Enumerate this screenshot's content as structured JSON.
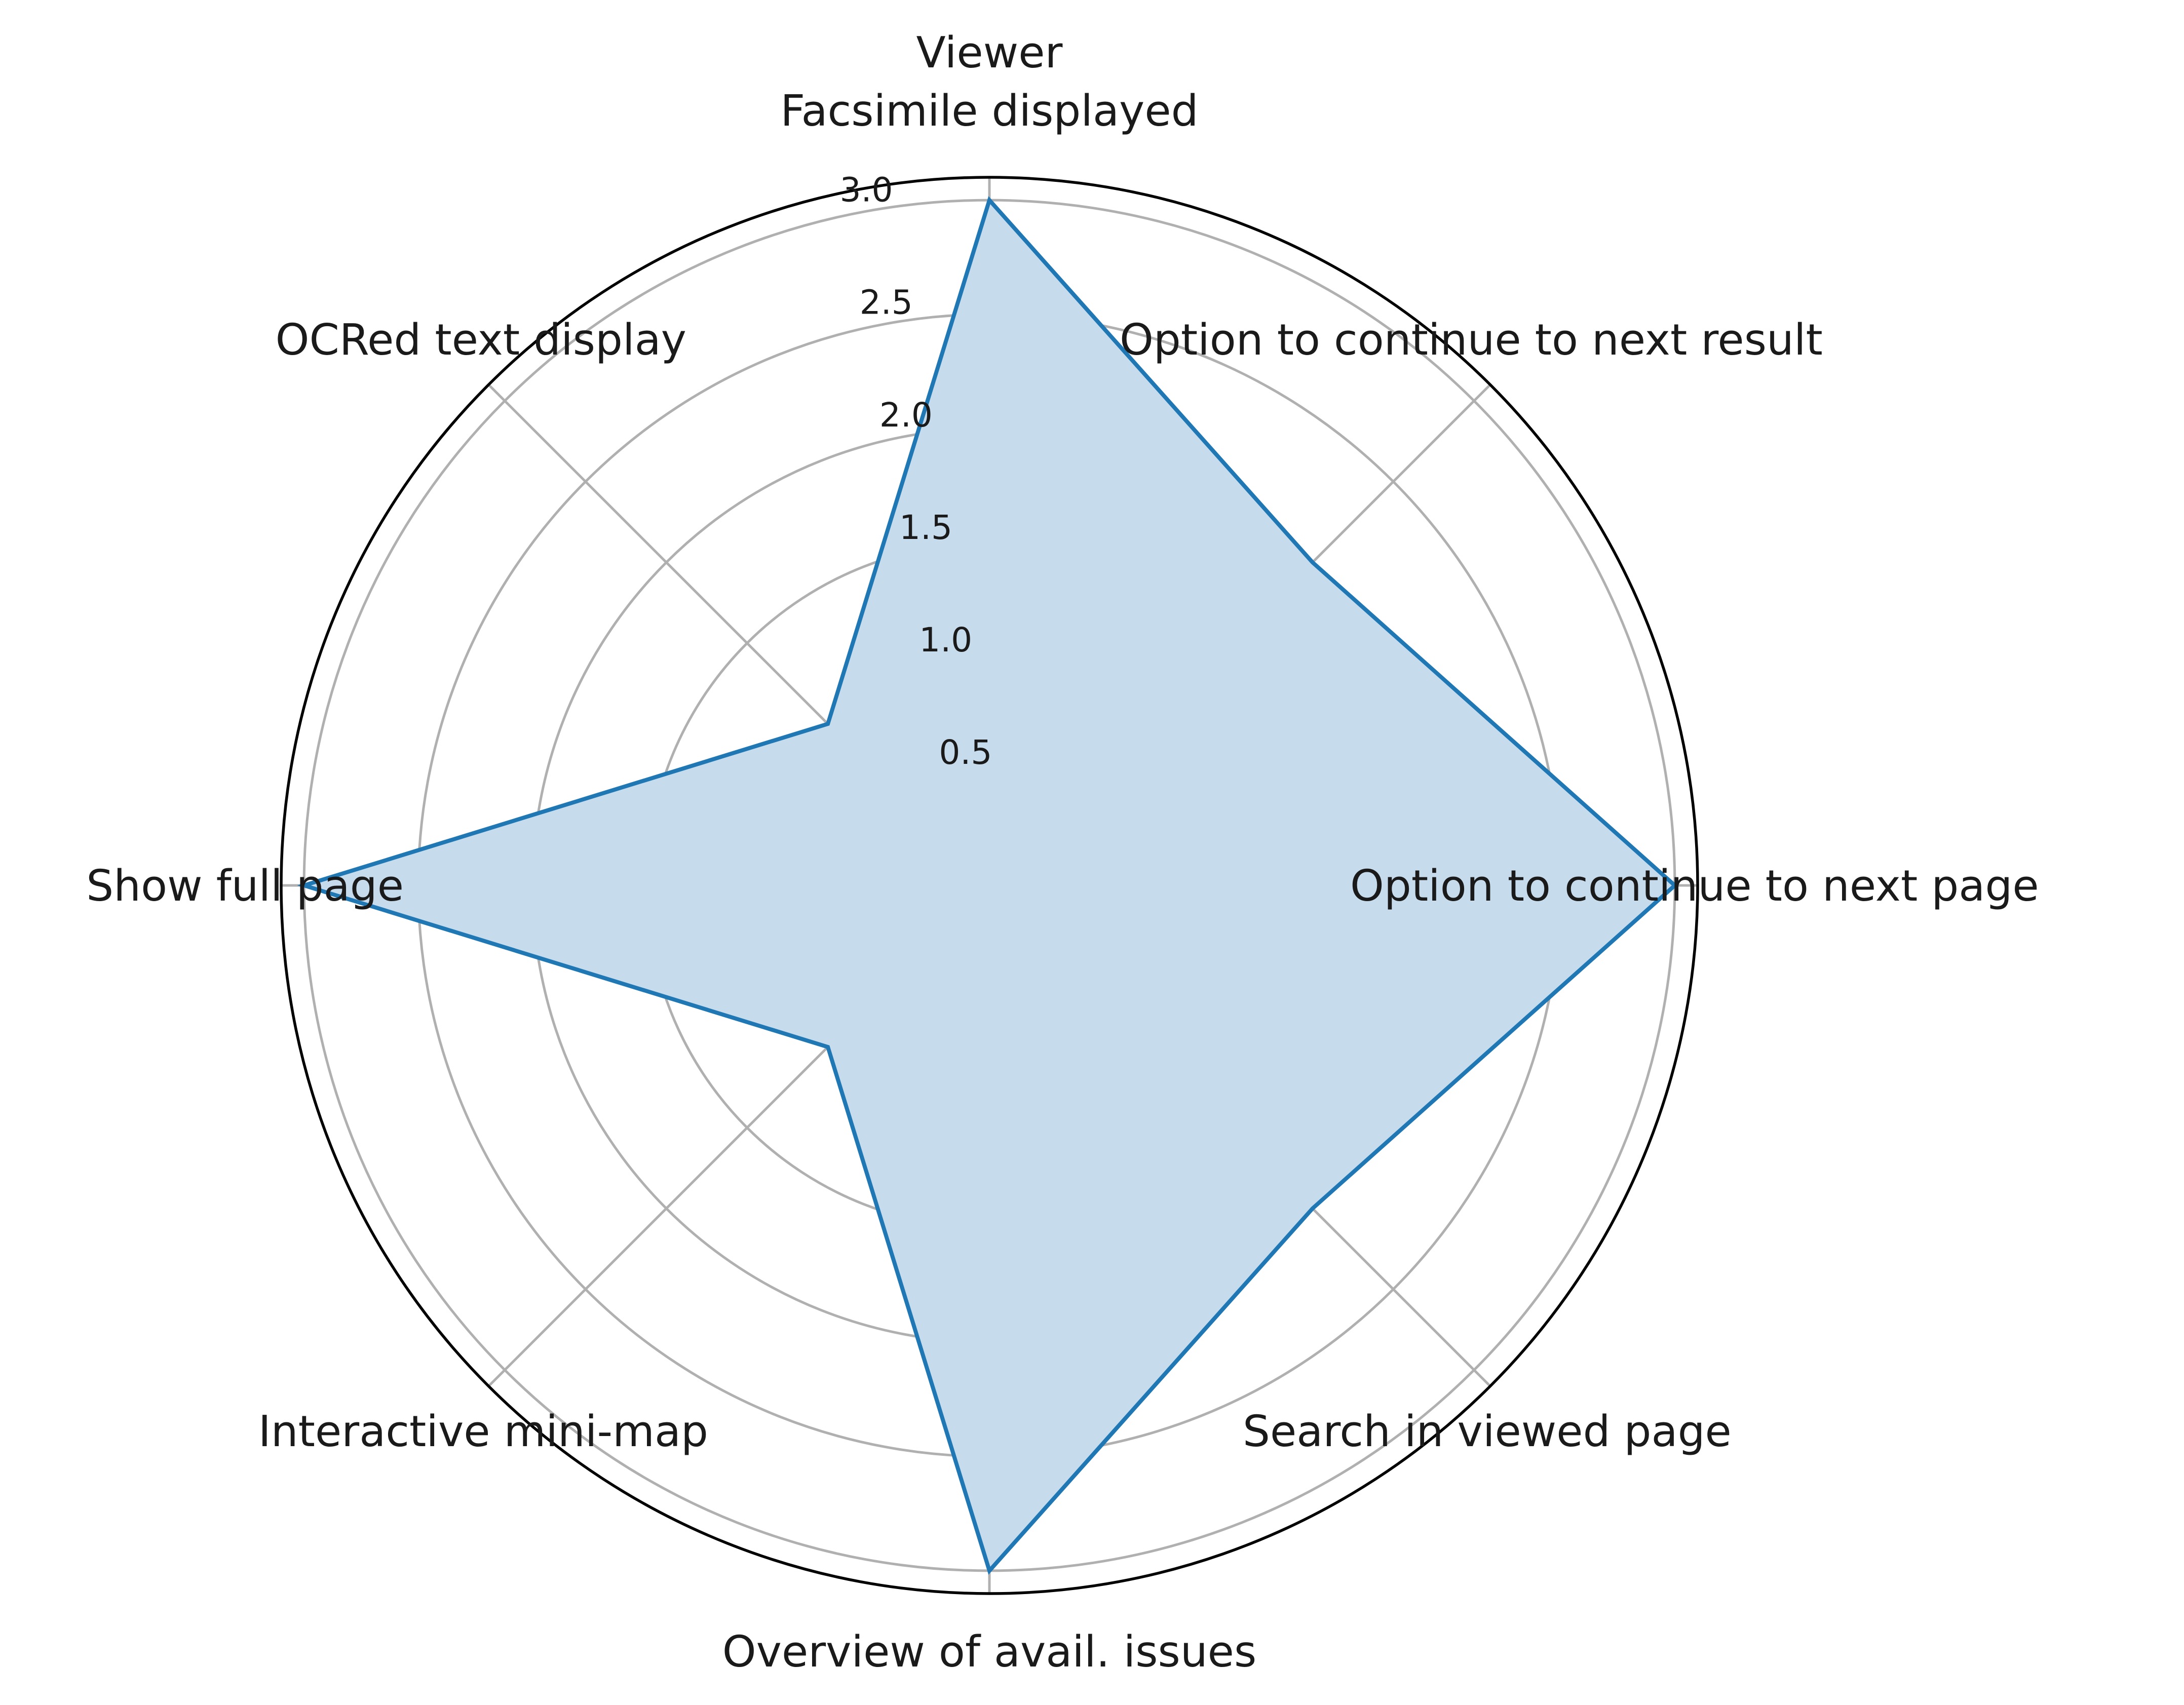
{
  "chart_data": {
    "type": "radar",
    "title": "Viewer",
    "categories": [
      "Facsimile displayed",
      "Option to continue to next result",
      "Option to continue to next page",
      "Search in viewed page",
      "Overview of avail. issues",
      "Interactive mini-map",
      "Show full page",
      "OCRed text display"
    ],
    "values": [
      3.0,
      2.0,
      3.0,
      2.0,
      3.0,
      1.0,
      3.0,
      1.0
    ],
    "rlim": [
      0,
      3.1
    ],
    "rticks": [
      0.5,
      1.0,
      1.5,
      2.0,
      2.5,
      3.0
    ],
    "rtick_labels": [
      "0.5",
      "1.0",
      "1.5",
      "2.0",
      "2.5",
      "3.0"
    ],
    "grid": true,
    "colors": {
      "line": "#1f77b4",
      "fill": "#c6dbec",
      "grid": "#b0b0b0",
      "frame": "#000000"
    }
  }
}
